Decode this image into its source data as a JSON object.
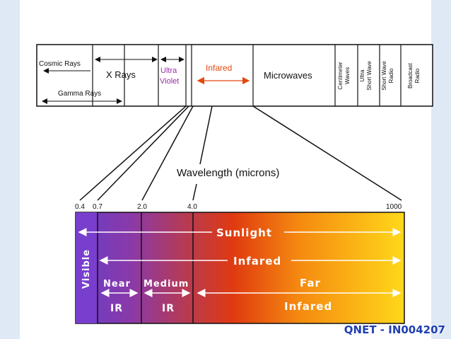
{
  "spectrum": {
    "cosmic_rays": "Cosmic Rays",
    "x_rays": "X Rays",
    "gamma_rays": "Gamma Rays",
    "ultra": "Ultra",
    "violet": "Violet",
    "infared": "Infared",
    "microwaves": "Microwaves",
    "centimeter_1": "Centimeter",
    "centimeter_2": "Waves",
    "ultra_sw_1": "Ultra",
    "ultra_sw_2": "Short Wave",
    "shortwave_1": "Short Wave",
    "shortwave_2": "Radio",
    "broadcast_1": "Broadcast",
    "broadcast_2": "Radio"
  },
  "wavelength": {
    "title": "Wavelength (microns)",
    "ticks": [
      "0.4",
      "0.7",
      "2.0",
      "4.0",
      "1000"
    ]
  },
  "detail": {
    "visible": "Visible",
    "sunlight": "Sunlight",
    "infared": "Infared",
    "near": "Near",
    "ir_near": "IR",
    "medium": "Medium",
    "ir_medium": "IR",
    "far": "Far",
    "far_infared": "Infared"
  },
  "colors": {
    "violet": "#7a3fd0",
    "red": "#e03a10",
    "yellow": "#ffd21a",
    "uv_text": "#9a2fa8",
    "ir_text": "#e04a10"
  },
  "watermark": "QNET - IN004207"
}
